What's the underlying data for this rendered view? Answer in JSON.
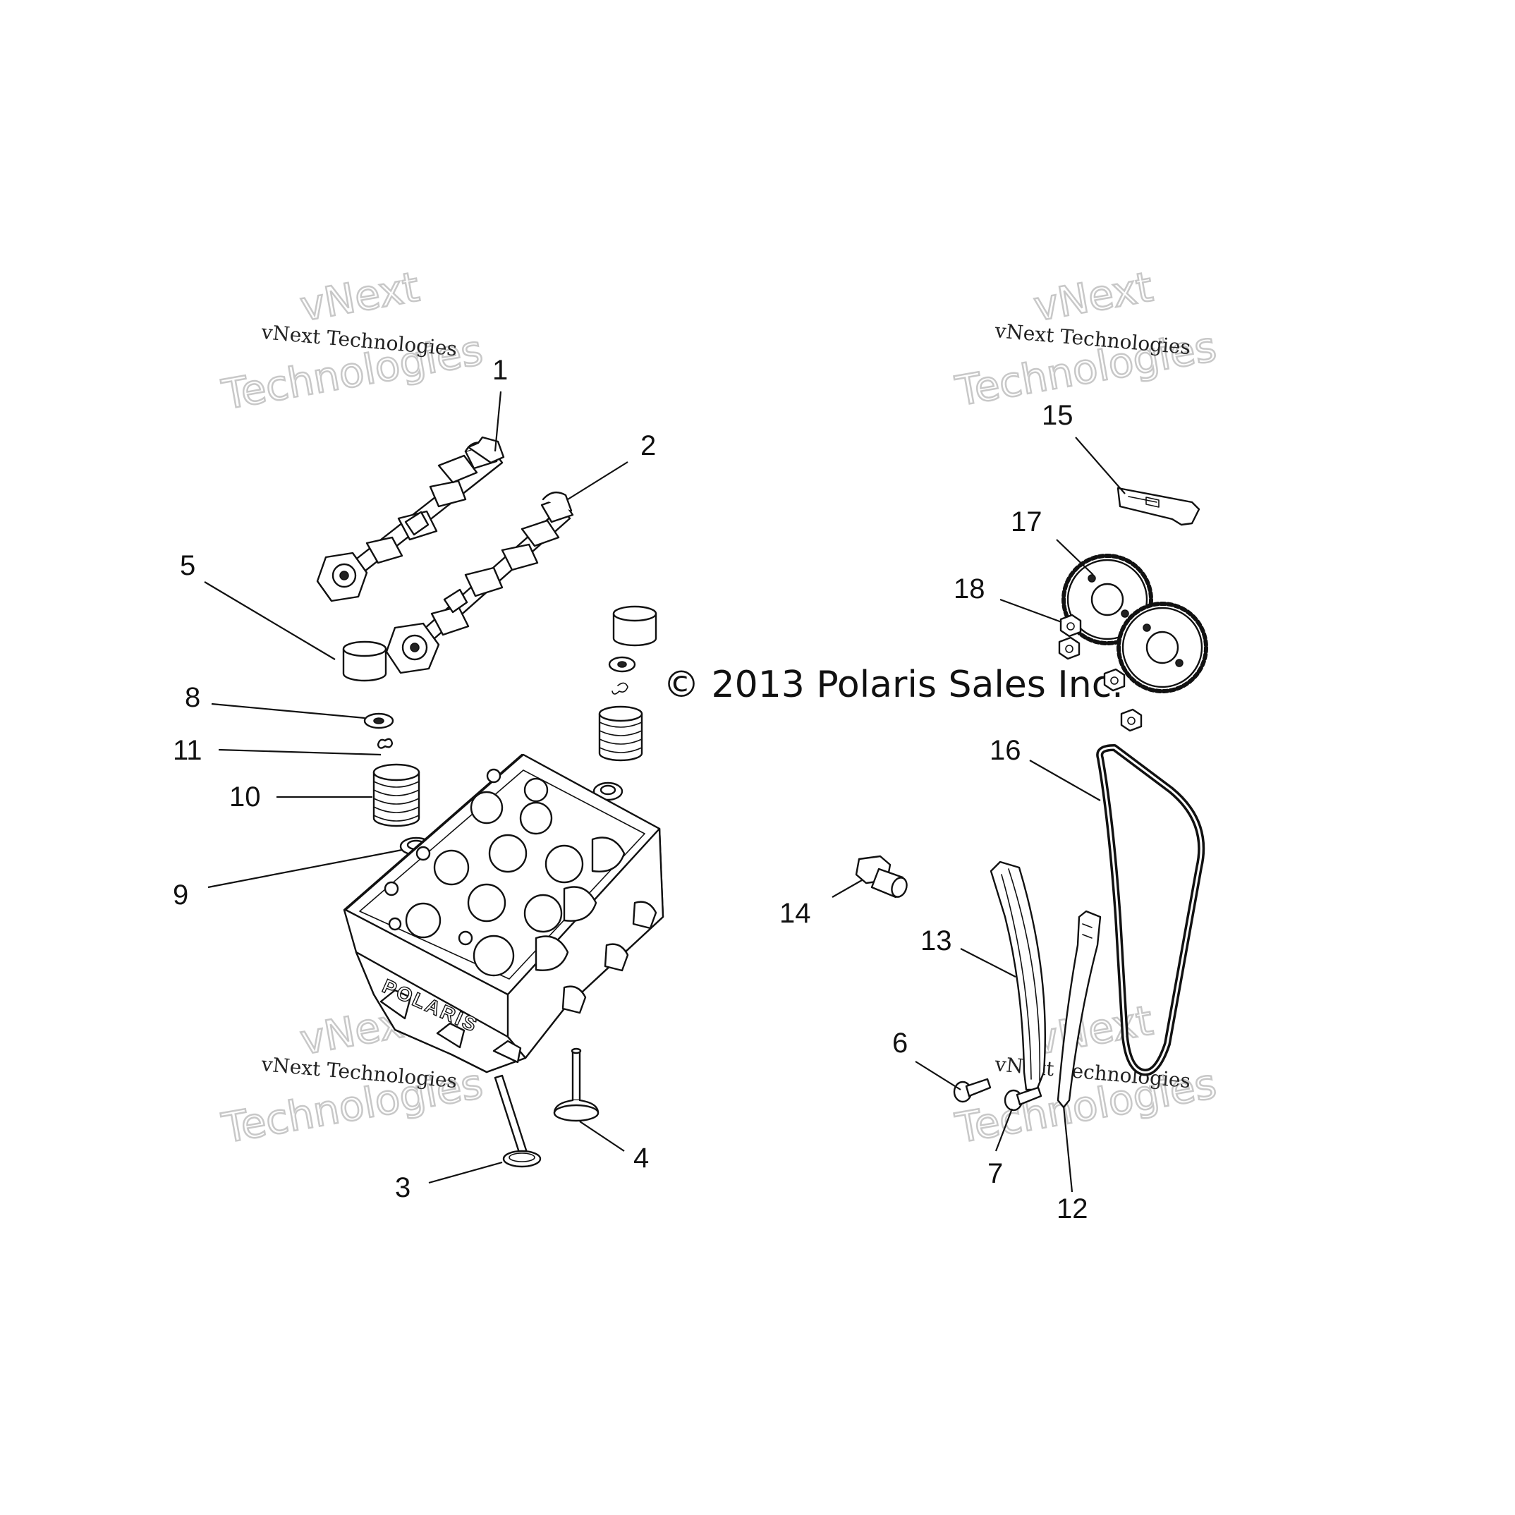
{
  "copyright": "© 2013 Polaris Sales Inc.",
  "watermark": {
    "line1": "vNext Technologies",
    "big1": "vNext",
    "big2": "Technologies"
  },
  "callouts": [
    "1",
    "2",
    "3",
    "4",
    "5",
    "6",
    "7",
    "8",
    "9",
    "10",
    "11",
    "12",
    "13",
    "14",
    "15",
    "16",
    "17",
    "18"
  ],
  "head_casting_text": "POLARIS"
}
